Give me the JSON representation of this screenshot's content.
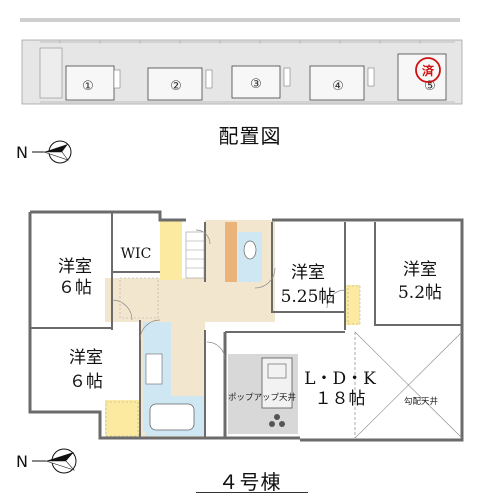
{
  "site_plan": {
    "lots": [
      {
        "number": "①"
      },
      {
        "number": "②"
      },
      {
        "number": "③"
      },
      {
        "number": "④"
      },
      {
        "number": "⑤",
        "status": "済"
      }
    ]
  },
  "captions": {
    "site_plan_title": "配置図",
    "building_title": "４号棟"
  },
  "compass": {
    "north_letter": "N"
  },
  "floor_plan": {
    "rooms": {
      "western_1": {
        "name": "洋室",
        "size": "６帖"
      },
      "wic": {
        "name": "WIC"
      },
      "western_2": {
        "name": "洋室",
        "size": "5.25帖"
      },
      "western_3": {
        "name": "洋室",
        "size": "5.2帖"
      },
      "western_4": {
        "name": "洋室",
        "size": "６帖"
      },
      "ldk": {
        "name": "L・D・K",
        "size": "１８帖"
      },
      "popup_ceiling": "ポップアップ天井",
      "sloped_ceiling": "勾配天井"
    }
  },
  "colors": {
    "sold_mark": "#d01010",
    "wall": "#6b6b6b",
    "floor_tan": "#f3e6cf",
    "storage_yellow": "#fbeaa0",
    "wet_blue": "#cfe7f3",
    "kitchen_gray": "#d8d8d8",
    "entrance_orange": "#e9b37a"
  }
}
